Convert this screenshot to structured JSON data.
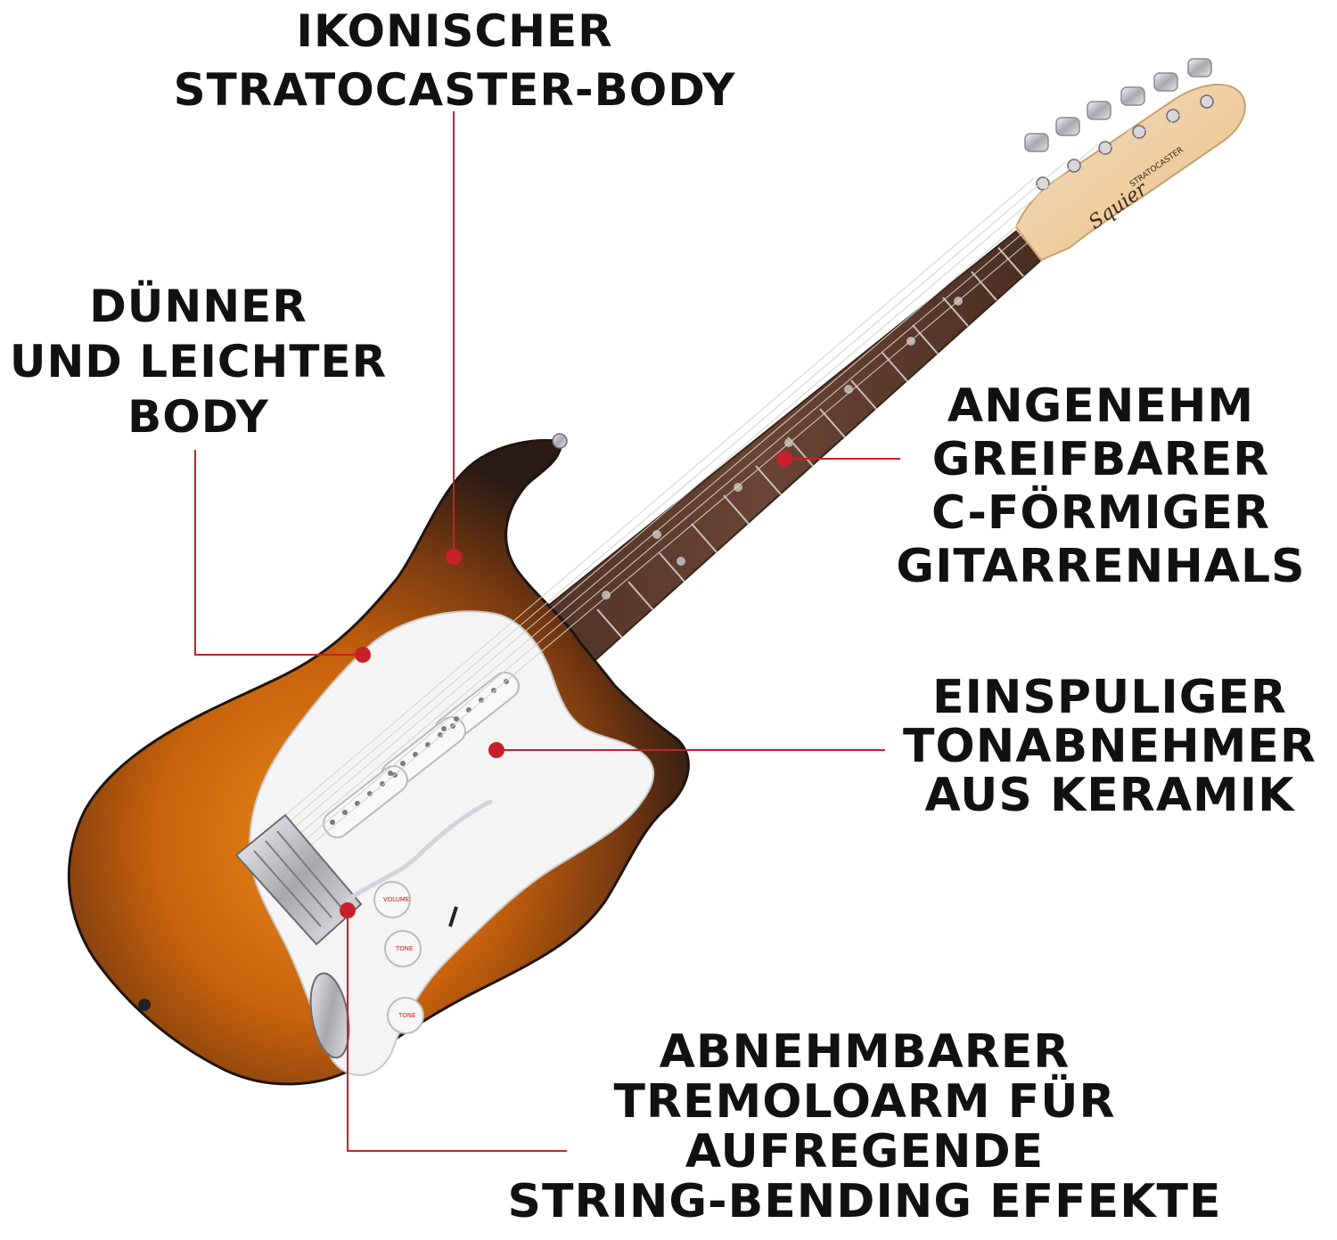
{
  "colors": {
    "callout": "#c8202a",
    "text": "#111111",
    "sunburst_center": "#e07a10",
    "sunburst_edge": "#3a2418",
    "pickguard": "#f4f4f4",
    "fretboard": "#5a3a2c",
    "headstock": "#f1d2a8",
    "hardware": "#c8c8cc"
  },
  "callouts": [
    {
      "id": "iconic-body",
      "lines": [
        "IKONISCHER",
        "STRATOCASTER-BODY"
      ]
    },
    {
      "id": "thin-body",
      "lines": [
        "DÜNNER",
        "UND LEICHTER",
        "BODY"
      ]
    },
    {
      "id": "neck",
      "lines": [
        "ANGENEHM",
        "GREIFBARER",
        "C-FÖRMIGER",
        "GITARRENHALS"
      ]
    },
    {
      "id": "pickup",
      "lines": [
        "EINSPULIGER",
        "TONABNEHMER",
        "AUS KERAMIK"
      ]
    },
    {
      "id": "tremolo",
      "lines": [
        "ABNEHMBARER",
        "TREMOLOARM FÜR",
        "AUFREGENDE",
        "STRING-BENDING EFFEKTE"
      ]
    }
  ],
  "headstock": {
    "brand": "Squier",
    "model": "STRATOCASTER"
  },
  "controls": {
    "volume": "VOLUME",
    "tone1": "TONE",
    "tone2": "TONE"
  }
}
